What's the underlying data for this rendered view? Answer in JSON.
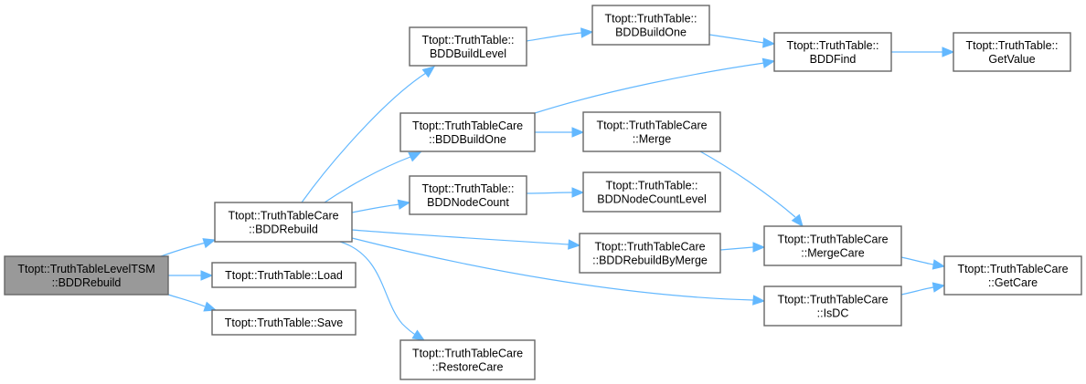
{
  "diagram": {
    "type": "call-graph",
    "colors": {
      "edge": "#63b8ff",
      "root_fill": "#999999",
      "node_fill": "#ffffff",
      "node_border": "#666666",
      "text": "#000000"
    },
    "nodes": [
      {
        "id": "root",
        "lines": [
          "Ttopt::TruthTableLevelTSM",
          "::BDDRebuild"
        ],
        "root": true
      },
      {
        "id": "ttc_bddrebuild",
        "lines": [
          "Ttopt::TruthTableCare",
          "::BDDRebuild"
        ]
      },
      {
        "id": "tt_load",
        "lines": [
          "Ttopt::TruthTable::Load"
        ]
      },
      {
        "id": "tt_save",
        "lines": [
          "Ttopt::TruthTable::Save"
        ]
      },
      {
        "id": "tt_bddbuildlevel",
        "lines": [
          "Ttopt::TruthTable::",
          "BDDBuildLevel"
        ]
      },
      {
        "id": "ttc_bddbuildone",
        "lines": [
          "Ttopt::TruthTableCare",
          "::BDDBuildOne"
        ]
      },
      {
        "id": "tt_bddnodecount",
        "lines": [
          "Ttopt::TruthTable::",
          "BDDNodeCount"
        ]
      },
      {
        "id": "ttc_restorecare",
        "lines": [
          "Ttopt::TruthTableCare",
          "::RestoreCare"
        ]
      },
      {
        "id": "tt_bddbuildone",
        "lines": [
          "Ttopt::TruthTable::",
          "BDDBuildOne"
        ]
      },
      {
        "id": "ttc_merge",
        "lines": [
          "Ttopt::TruthTableCare",
          "::Merge"
        ]
      },
      {
        "id": "tt_bddnodecountlevel",
        "lines": [
          "Ttopt::TruthTable::",
          "BDDNodeCountLevel"
        ]
      },
      {
        "id": "ttc_bddrebuildbymerge",
        "lines": [
          "Ttopt::TruthTableCare",
          "::BDDRebuildByMerge"
        ]
      },
      {
        "id": "tt_bddfind",
        "lines": [
          "Ttopt::TruthTable::",
          "BDDFind"
        ]
      },
      {
        "id": "ttc_mergecare",
        "lines": [
          "Ttopt::TruthTableCare",
          "::MergeCare"
        ]
      },
      {
        "id": "ttc_isdc",
        "lines": [
          "Ttopt::TruthTableCare",
          "::IsDC"
        ]
      },
      {
        "id": "tt_getvalue",
        "lines": [
          "Ttopt::TruthTable::",
          "GetValue"
        ]
      },
      {
        "id": "ttc_getcare",
        "lines": [
          "Ttopt::TruthTableCare",
          "::GetCare"
        ]
      }
    ],
    "edges": [
      {
        "from": "root",
        "to": "ttc_bddrebuild"
      },
      {
        "from": "root",
        "to": "tt_load"
      },
      {
        "from": "root",
        "to": "tt_save"
      },
      {
        "from": "ttc_bddrebuild",
        "to": "tt_bddbuildlevel"
      },
      {
        "from": "ttc_bddrebuild",
        "to": "ttc_bddbuildone"
      },
      {
        "from": "ttc_bddrebuild",
        "to": "tt_bddnodecount"
      },
      {
        "from": "ttc_bddrebuild",
        "to": "ttc_bddrebuildbymerge"
      },
      {
        "from": "ttc_bddrebuild",
        "to": "ttc_isdc"
      },
      {
        "from": "ttc_bddrebuild",
        "to": "ttc_restorecare"
      },
      {
        "from": "tt_bddbuildlevel",
        "to": "tt_bddbuildone"
      },
      {
        "from": "tt_bddbuildone",
        "to": "tt_bddfind"
      },
      {
        "from": "ttc_bddbuildone",
        "to": "tt_bddfind"
      },
      {
        "from": "ttc_bddbuildone",
        "to": "ttc_merge"
      },
      {
        "from": "tt_bddnodecount",
        "to": "tt_bddnodecountlevel"
      },
      {
        "from": "ttc_merge",
        "to": "ttc_mergecare"
      },
      {
        "from": "ttc_bddrebuildbymerge",
        "to": "ttc_mergecare"
      },
      {
        "from": "tt_bddfind",
        "to": "tt_getvalue"
      },
      {
        "from": "ttc_mergecare",
        "to": "ttc_getcare"
      },
      {
        "from": "ttc_isdc",
        "to": "ttc_getcare"
      }
    ]
  }
}
